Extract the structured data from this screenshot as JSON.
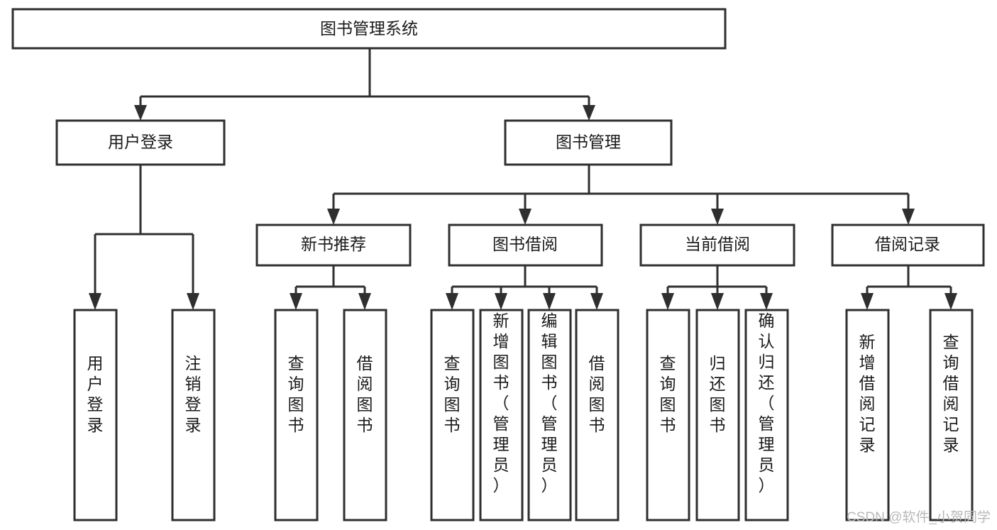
{
  "diagram": {
    "title": "图书管理系统",
    "watermark": "CSDN @软件_小贺同学",
    "colors": {
      "stroke": "#2f2f2f",
      "fill": "#ffffff",
      "text": "#1a1a1a",
      "watermark": "#b8b8b8"
    },
    "levels": {
      "root": "图书管理系统",
      "level2": [
        "用户登录",
        "图书管理"
      ],
      "level3": [
        "新书推荐",
        "图书借阅",
        "当前借阅",
        "借阅记录"
      ]
    },
    "nodes": {
      "root": {
        "label": "图书管理系统",
        "orientation": "horizontal"
      },
      "user_login": {
        "label": "用户登录",
        "orientation": "horizontal"
      },
      "book_manage": {
        "label": "图书管理",
        "orientation": "horizontal"
      },
      "new_book_rec": {
        "label": "新书推荐",
        "orientation": "horizontal"
      },
      "book_borrow": {
        "label": "图书借阅",
        "orientation": "horizontal"
      },
      "current_borrow": {
        "label": "当前借阅",
        "orientation": "horizontal"
      },
      "borrow_record": {
        "label": "借阅记录",
        "orientation": "horizontal"
      },
      "leaf_user_login": {
        "label": "用户登录",
        "orientation": "vertical"
      },
      "leaf_logout": {
        "label": "注销登录",
        "orientation": "vertical"
      },
      "leaf_query_book_1": {
        "label": "查询图书",
        "orientation": "vertical"
      },
      "leaf_borrow_book_1": {
        "label": "借阅图书",
        "orientation": "vertical"
      },
      "leaf_query_book_2": {
        "label": "查询图书",
        "orientation": "vertical"
      },
      "leaf_add_book": {
        "label": "新增图书（管理员）",
        "orientation": "vertical"
      },
      "leaf_edit_book": {
        "label": "编辑图书（管理员）",
        "orientation": "vertical"
      },
      "leaf_borrow_book_2": {
        "label": "借阅图书",
        "orientation": "vertical"
      },
      "leaf_query_book_3": {
        "label": "查询图书",
        "orientation": "vertical"
      },
      "leaf_return_book": {
        "label": "归还图书",
        "orientation": "vertical"
      },
      "leaf_confirm_return": {
        "label": "确认归还（管理员）",
        "orientation": "vertical"
      },
      "leaf_add_record": {
        "label": "新增借阅记录",
        "orientation": "vertical"
      },
      "leaf_query_record": {
        "label": "查询借阅记录",
        "orientation": "vertical"
      }
    },
    "tree": {
      "图书管理系统": {
        "用户登录": [
          "用户登录",
          "注销登录"
        ],
        "图书管理": {
          "新书推荐": [
            "查询图书",
            "借阅图书"
          ],
          "图书借阅": [
            "查询图书",
            "新增图书（管理员）",
            "编辑图书（管理员）",
            "借阅图书"
          ],
          "当前借阅": [
            "查询图书",
            "归还图书",
            "确认归还（管理员）"
          ],
          "借阅记录": [
            "新增借阅记录",
            "查询借阅记录"
          ]
        }
      }
    }
  }
}
